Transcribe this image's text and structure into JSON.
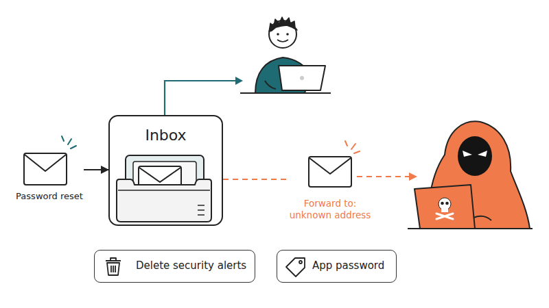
{
  "diagram": {
    "nodes": [
      {
        "text": [
          "Password reset"
        ]
      },
      {
        "text": [
          "Inbox"
        ]
      },
      {
        "text": [
          "Forward to: unknown address"
        ]
      },
      {
        "text": [
          "Delete security alerts"
        ]
      },
      {
        "text": [
          "App password"
        ]
      }
    ],
    "edges": [
      {
        "from": 0,
        "to": 1,
        "arrow": "to"
      },
      {
        "from": 1,
        "to": 2,
        "arrow": "none"
      }
    ]
  }
}
